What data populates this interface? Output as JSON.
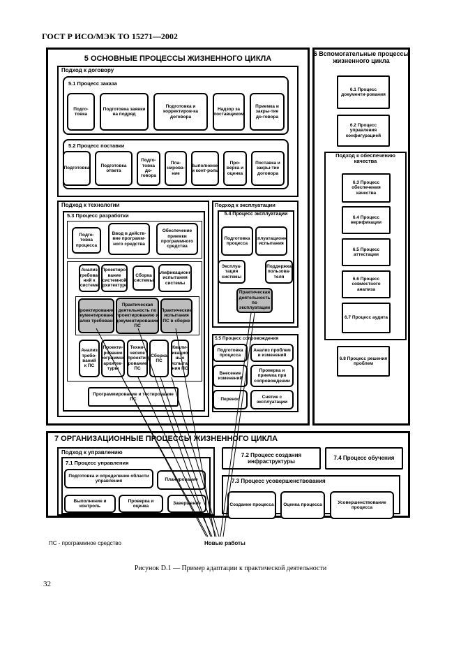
{
  "header": {
    "standard": "ГОСТ Р ИСО/МЭК ТО 15271—2002"
  },
  "main5": {
    "title": "5 ОСНОВНЫЕ ПРОЦЕССЫ ЖИЗНЕННОГО ЦИКЛА",
    "contract": {
      "title": "Подход к договору",
      "p51": {
        "title": "5.1 Процесс заказа",
        "items": [
          "Подго-товка",
          "Подготовка заявки на подряд",
          "Подготовка и корректиров-ка договора",
          "Надзор за поставщиком",
          "Приемка и закры-тие до-говора"
        ]
      },
      "p52": {
        "title": "5.2 Процесс поставки",
        "items": [
          "Подготовка",
          "Подготовка ответа",
          "Подго-товка до-говора",
          "Пла-нирова-ние",
          "Выполнение и конт-роль",
          "Про-верка и оценка",
          "Поставка и закры-тие договора"
        ]
      }
    },
    "tech": {
      "title": "Подход к технологии",
      "p53": {
        "title": "5.3 Процесс разработки",
        "row1": [
          "Подго-товка процесса",
          "Ввод в действ-вие программ-ного средства",
          "Обеспечение приемки программного средства"
        ],
        "row2": [
          "Анализ требова-ний к системе",
          "Проектиро-вание системной архитектуры",
          "Сборка системы",
          "Квалификационные испытания системы"
        ],
        "row3": [
          "Проектирование, документирование, анализ требований",
          "Практическая деятельность по проектированию и документированию ПС",
          "Практические испытания ПС в сборке"
        ],
        "row4": [
          "Анализ требо-ваний к ПС",
          "Проекти-рование программной архитек-туры",
          "Техни-ческое проекти-рование ПС",
          "Сборка ПС",
          "Квали-фикацион-ные испыта-ния ПС"
        ],
        "bottom": "Программирование и тестирование ПС"
      }
    },
    "operation": {
      "title": "Подход к эксплуатации",
      "p54": {
        "title": "5.4 Процесс эксплуатации",
        "items": [
          "Подготовка процесса",
          "Эксплуатационные испытания",
          "Эксплуа-тация системы",
          "Поддержка пользова-теля",
          "Практическая деятельность по эксплуатации"
        ]
      },
      "p55": {
        "title": "5.5 Процесс сопровождения",
        "items": [
          "Подготовка процесса",
          "Анализ проблем и изменений",
          "Внесение изменений",
          "Проверка и приемка при сопровождении",
          "Перенос",
          "Снятие с эксплуатации"
        ]
      }
    }
  },
  "support6": {
    "title": "6 Вспомогательные процессы жизненного цикла",
    "items_top": [
      "6.1 Процесс документи-рования",
      "6.2 Процесс управления конфигурацией"
    ],
    "quality_title": "Подход к обеспечению качества",
    "quality_items": [
      "6.3 Процесс обеспечения качества",
      "6.4 Процесс верификации",
      "6.5 Процесс аттестации",
      "6.6 Процесс совместного анализа",
      "6.7 Процесс аудита"
    ],
    "item_bottom": "6.8 Процесс решения проблем"
  },
  "org7": {
    "title": "7 ОРГАНИЗАЦИОННЫЕ ПРОЦЕССЫ ЖИЗНЕННОГО ЦИКЛА",
    "mgmt_title": "Подход к управлению",
    "p71": {
      "title": "7.1 Процесс управления",
      "items": [
        "Подготовка и определение области управления",
        "Планирование",
        "Выполнение и контроль",
        "Проверка и оценка",
        "Завершение"
      ]
    },
    "p72": "7.2 Процесс создания инфраструктуры",
    "p74": "7.4 Процесс обучения",
    "p73": {
      "title": "7.3 Процесс усовершенствования",
      "items": [
        "Создание процесса",
        "Оценка процесса",
        "Усовершенствование процесса"
      ]
    }
  },
  "legend": {
    "ps": "ПС - программное средство",
    "new": "Новые работы"
  },
  "caption": "Рисунок D.1 — Пример адаптации к практической деятельности",
  "page_number": "32"
}
